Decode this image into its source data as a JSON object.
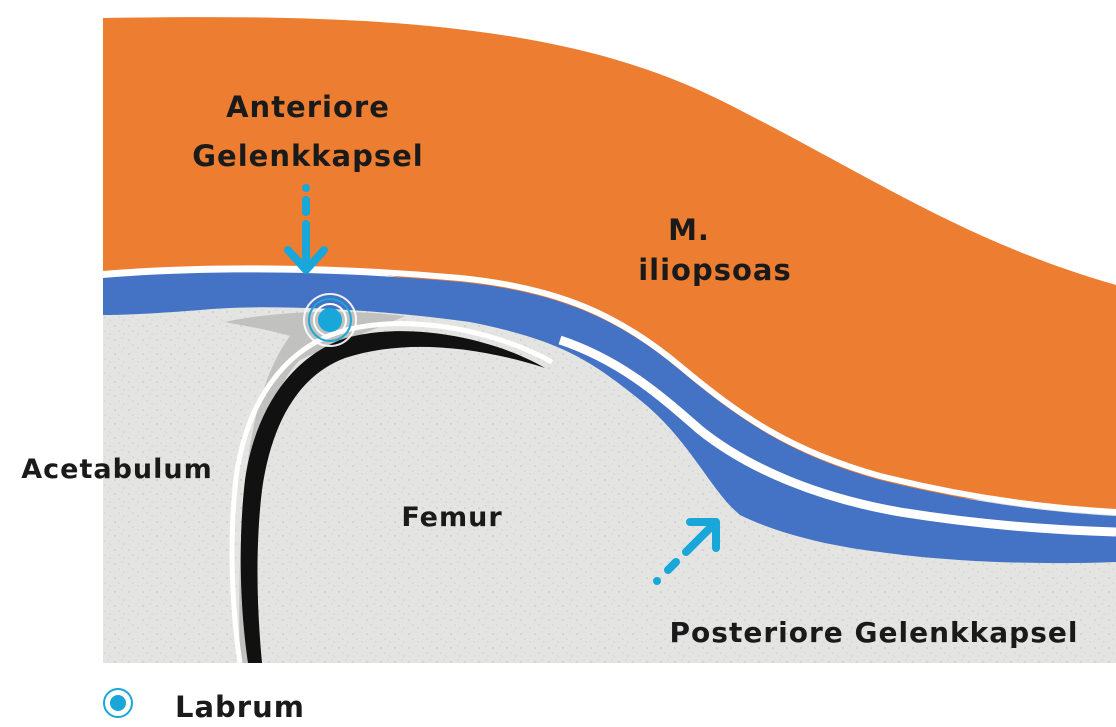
{
  "labels": {
    "anterior_capsule": [
      "Anteriore",
      "Gelenkkapsel"
    ],
    "muscle": [
      "M.",
      "iliopsoas"
    ],
    "acetabulum": "Acetabulum",
    "femur": "Femur",
    "posterior_capsule": "Posteriore Gelenkkapsel"
  },
  "legend": {
    "labrum": "Labrum"
  },
  "colors": {
    "muscle": "#EC7D31",
    "capsule": "#4472C4",
    "bone": "#E6E6E4",
    "cartilage": "#111111",
    "labrum_tissue": "#BDBDBD",
    "arrow": "#19A6D8",
    "text": "#1A1A1A"
  },
  "icons": {
    "labrum_marker": "labrum-target-icon",
    "anterior_arrow": "arrow-down-icon",
    "posterior_arrow": "arrow-up-right-icon"
  }
}
